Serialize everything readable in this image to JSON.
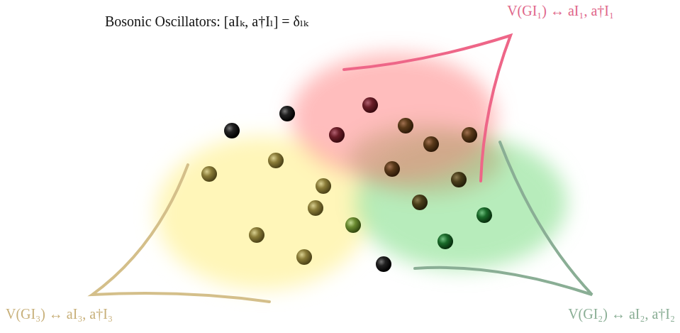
{
  "diagram": {
    "title": "Bosonic Oscillators: [aIₖ, a†Iₗ] = δₗₖ",
    "labels": [
      "V(GI₁) ↔ aI₁, a†I₁",
      "V(GI₂) ↔ aI₂, a†I₂",
      "V(GI₃) ↔ aI₃, a†I₃"
    ]
  }
}
